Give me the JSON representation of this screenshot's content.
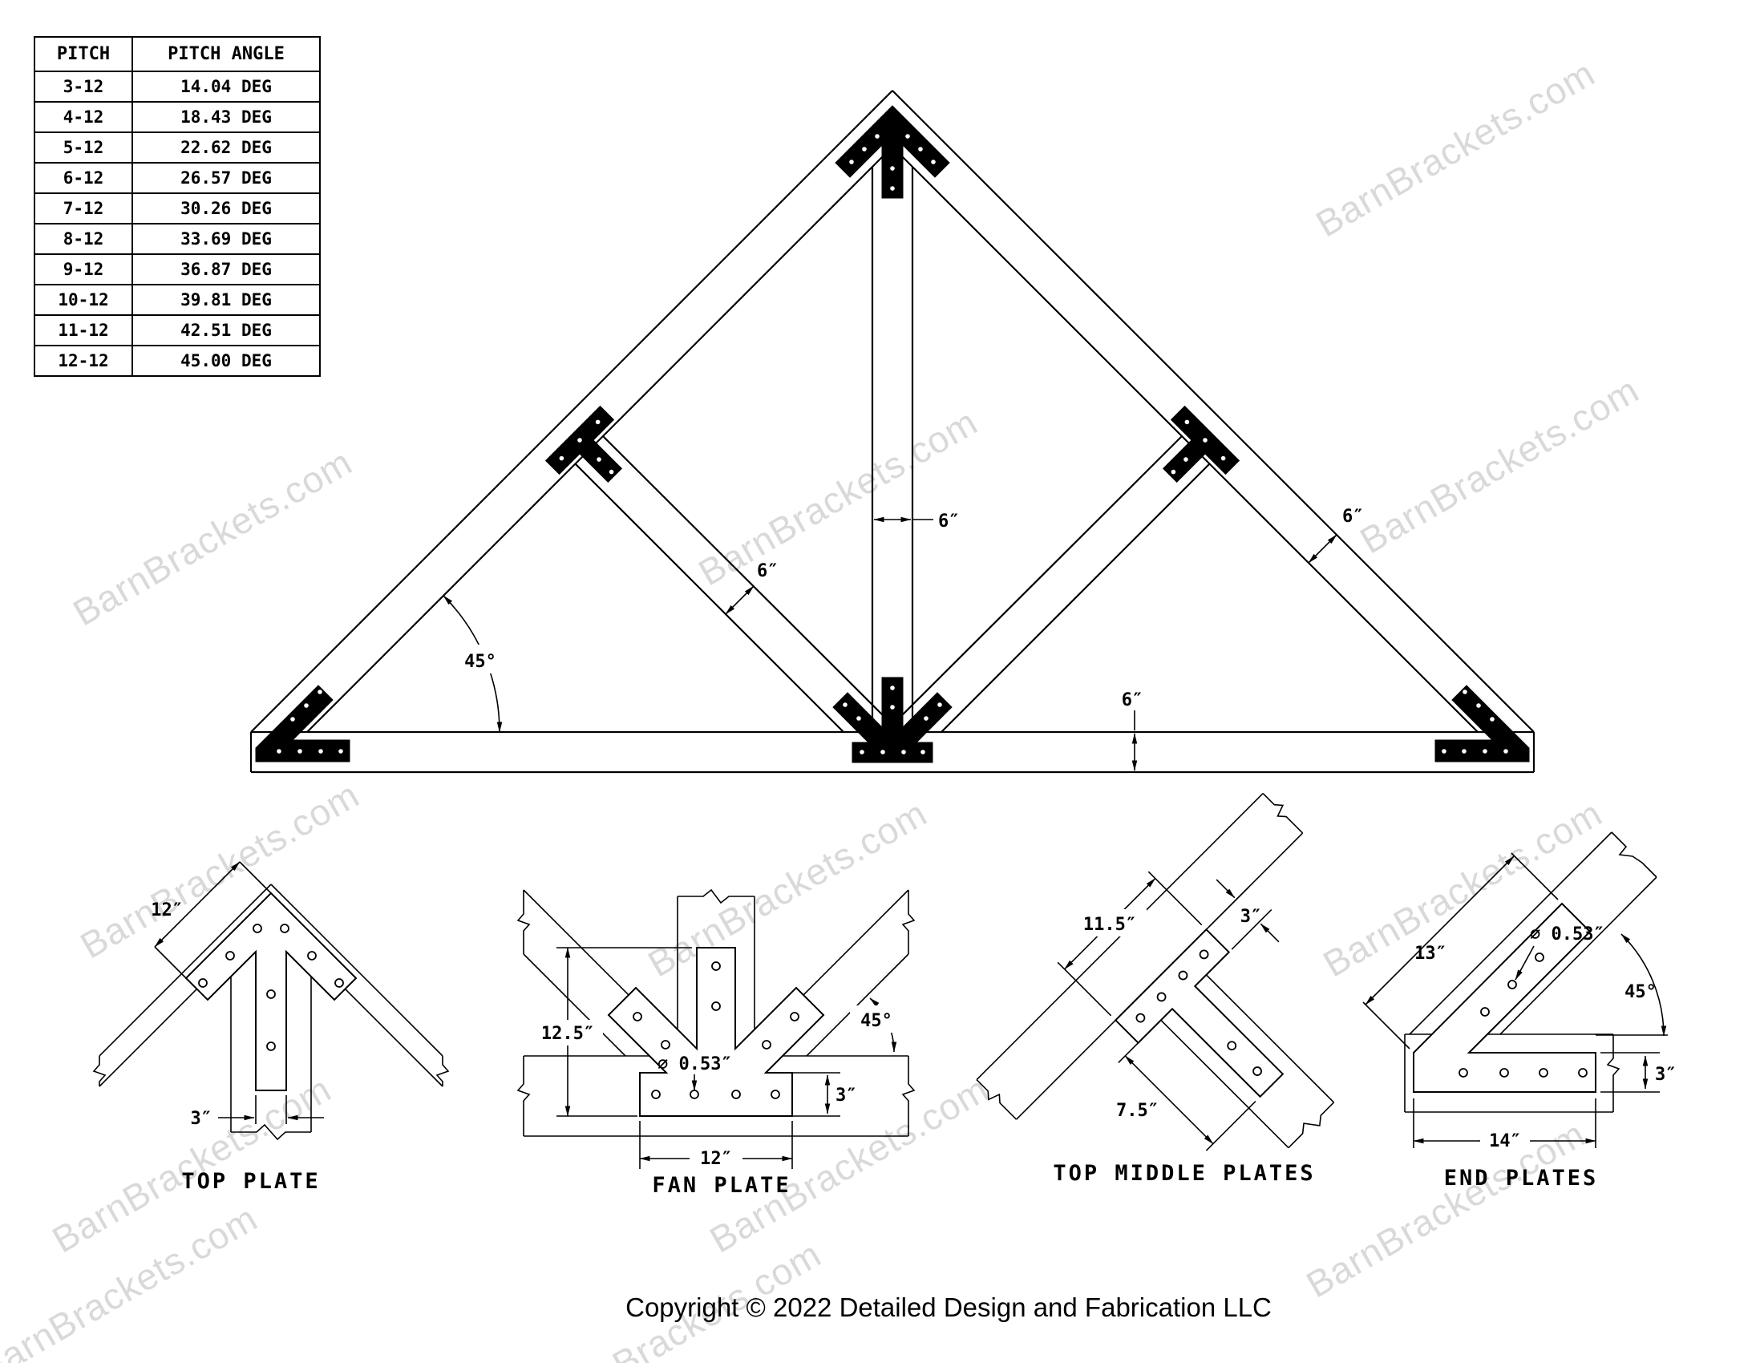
{
  "pitch_table": {
    "headers": [
      "PITCH",
      "PITCH ANGLE"
    ],
    "rows": [
      [
        "3-12",
        "14.04 DEG"
      ],
      [
        "4-12",
        "18.43 DEG"
      ],
      [
        "5-12",
        "22.62 DEG"
      ],
      [
        "6-12",
        "26.57 DEG"
      ],
      [
        "7-12",
        "30.26 DEG"
      ],
      [
        "8-12",
        "33.69 DEG"
      ],
      [
        "9-12",
        "36.87 DEG"
      ],
      [
        "10-12",
        "39.81 DEG"
      ],
      [
        "11-12",
        "42.51 DEG"
      ],
      [
        "12-12",
        "45.00 DEG"
      ]
    ]
  },
  "watermark": {
    "text": "BarnBrackets.com",
    "color": "#d9d9d9"
  },
  "truss": {
    "dims": {
      "king_post_width": "6″",
      "web_width": "6″",
      "rafter_depth": "6″",
      "chord_depth": "6″",
      "base_angle": "45°"
    }
  },
  "details": {
    "top_plate": {
      "title": "TOP PLATE",
      "wing_length": "12″",
      "stem_width": "3″"
    },
    "fan_plate": {
      "title": "FAN PLATE",
      "height": "12.5″",
      "hole_diameter": "⌀ 0.53″",
      "angle": "45°",
      "strap_height": "3″",
      "strap_width": "12″"
    },
    "top_middle_plates": {
      "title": "TOP MIDDLE PLATES",
      "bar_length": "11.5″",
      "bar_width": "3″",
      "stem_length": "7.5″"
    },
    "end_plates": {
      "title": "END PLATES",
      "arm_length": "13″",
      "hole_diameter": "⌀ 0.53″",
      "angle": "45°",
      "leg_height": "3″",
      "leg_length": "14″"
    }
  },
  "footer": {
    "copyright": "Copyright © 2022 Detailed Design and Fabrication LLC"
  }
}
